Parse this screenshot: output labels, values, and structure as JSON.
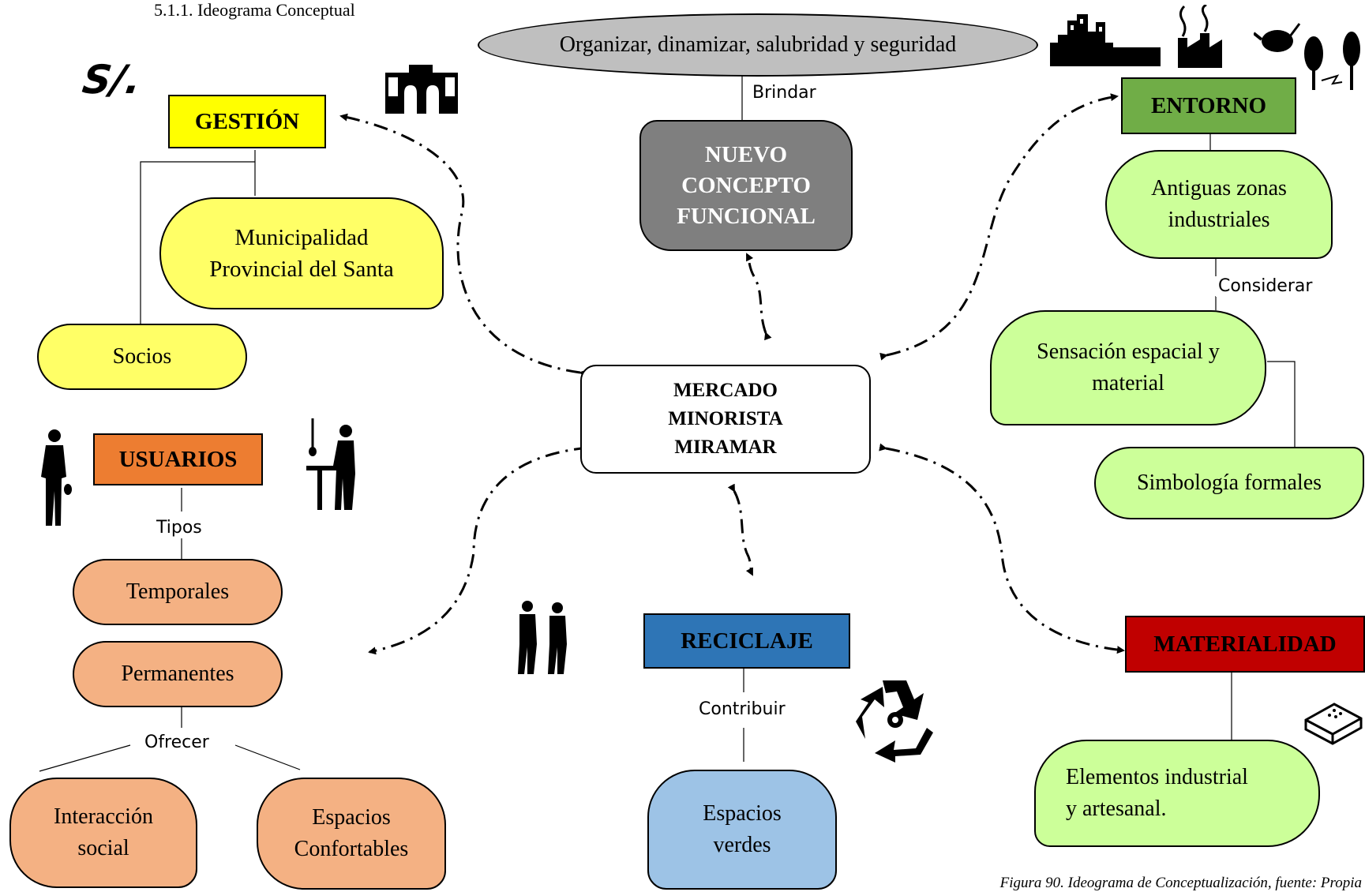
{
  "heading": "5.1.1. Ideograma Conceptual",
  "caption": "Figura 90. Ideograma de Conceptualización, fuente: Propia",
  "center": {
    "lines": [
      "MERCADO",
      "MINORISTA",
      "MIRAMAR"
    ]
  },
  "top": {
    "goal": "Organizar, dinamizar, salubridad y seguridad",
    "connector": "Brindar",
    "concept": [
      "NUEVO",
      "CONCEPTO",
      "FUNCIONAL"
    ]
  },
  "gestion": {
    "title": "GESTIÓN",
    "currency_icon_text": "S/.",
    "municipalidad": [
      "Municipalidad",
      "Provincial del Santa"
    ],
    "socios": "Socios"
  },
  "usuarios": {
    "title": "USUARIOS",
    "connector": "Tipos",
    "temporales": "Temporales",
    "permanentes": "Permanentes",
    "connector2": "Ofrecer",
    "interaccion": [
      "Interacción",
      "social"
    ],
    "espacios": [
      "Espacios",
      "Confortables"
    ]
  },
  "entorno": {
    "title": "ENTORNO",
    "zonas": [
      "Antiguas zonas",
      "industriales"
    ],
    "connector": "Considerar",
    "sensacion": [
      "Sensación espacial y",
      "material"
    ],
    "simbologia": "Simbología formales"
  },
  "reciclaje": {
    "title": "RECICLAJE",
    "connector": "Contribuir",
    "verdes": [
      "Espacios",
      "verdes"
    ]
  },
  "materialidad": {
    "title": "MATERIALIDAD",
    "elementos": [
      "Elementos industrial",
      "y artesanal."
    ]
  },
  "colors": {
    "gestion": "#ffff00",
    "gestion_light": "#ffff66",
    "usuarios": "#ed7d31",
    "usuarios_light": "#f4b183",
    "entorno": "#70ad47",
    "entorno_light": "#ccff99",
    "reciclaje": "#2e75b6",
    "reciclaje_light": "#9dc3e6",
    "materialidad": "#c00000",
    "concept": "#7f7f7f",
    "goal": "#bfbfbf"
  }
}
